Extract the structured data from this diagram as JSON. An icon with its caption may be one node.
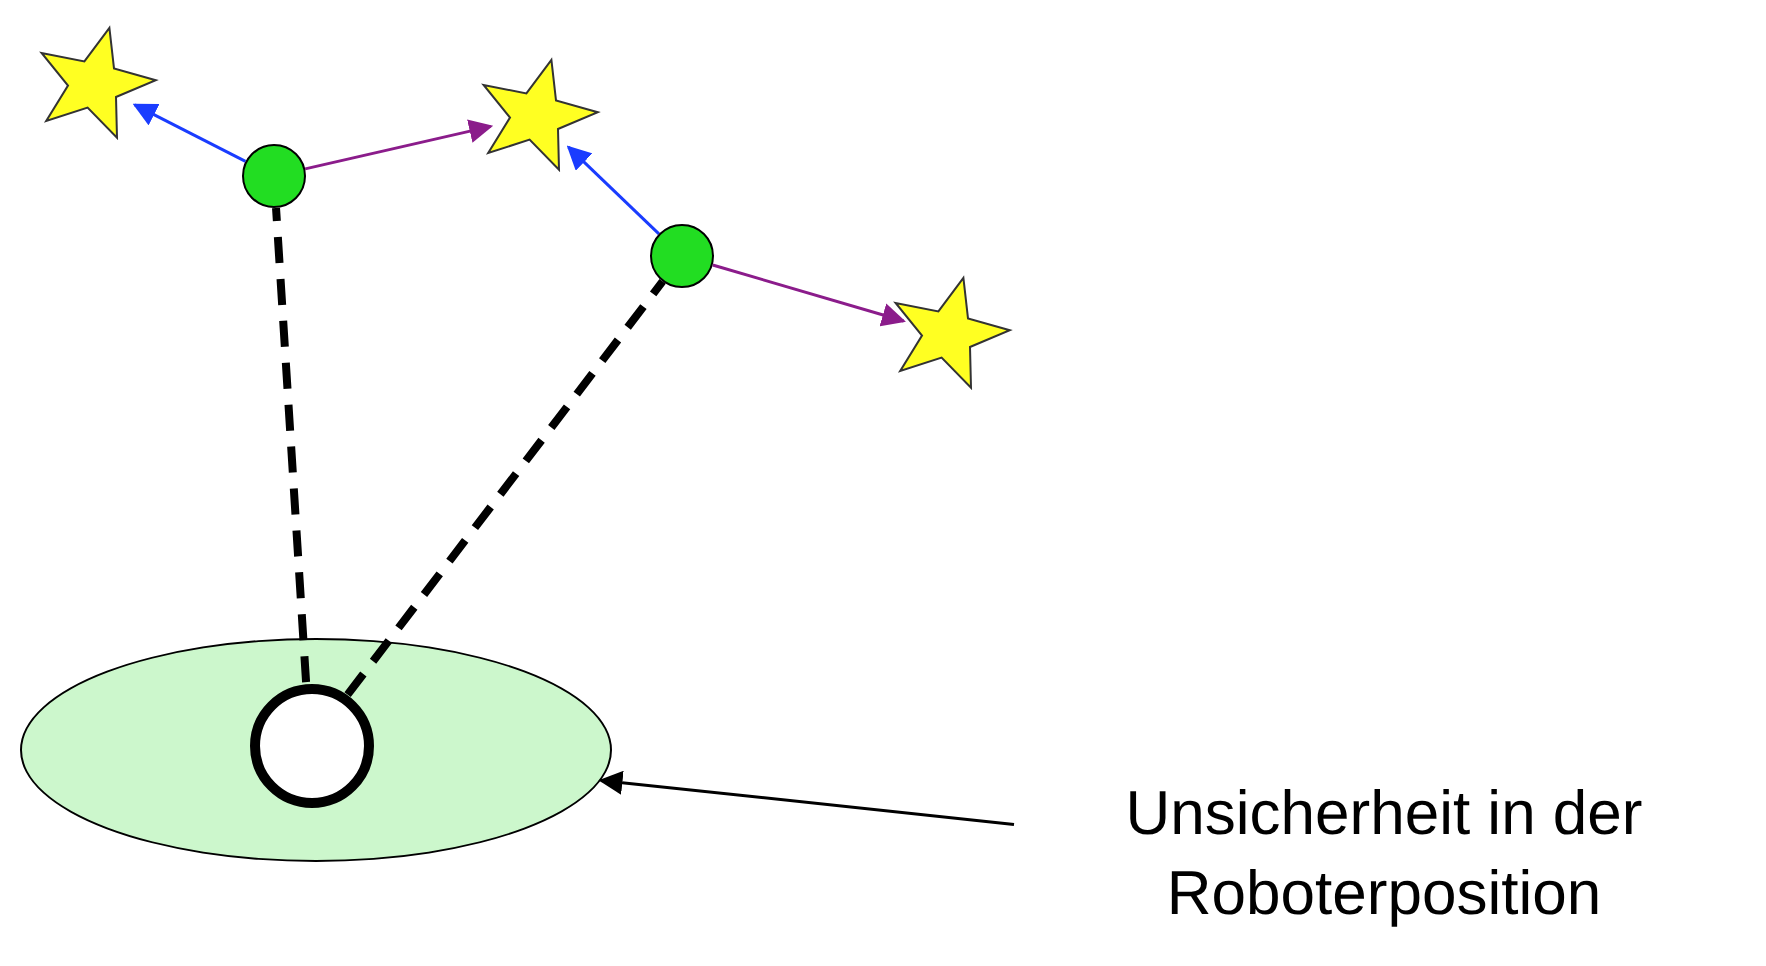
{
  "diagram": {
    "nodes": [
      {
        "text": [],
        "shape": "star"
      },
      {
        "text": [],
        "shape": "circle"
      },
      {
        "text": [],
        "shape": "star"
      },
      {
        "text": [],
        "shape": "circle"
      },
      {
        "text": [],
        "shape": "star"
      },
      {
        "text": [],
        "shape": "ellipse"
      },
      {
        "text": [],
        "shape": "circle",
        "in": 5
      },
      {
        "text": [
          "Unsicherheit in der Roboterposition"
        ]
      }
    ],
    "edges": [
      {
        "from": 1,
        "to": 0,
        "arrow": "to",
        "color": "#1a3cff"
      },
      {
        "from": 1,
        "to": 2,
        "arrow": "to",
        "color": "#8b1c8b"
      },
      {
        "from": 3,
        "to": 2,
        "arrow": "to",
        "color": "#1a3cff"
      },
      {
        "from": 3,
        "to": 4,
        "arrow": "to",
        "color": "#8b1c8b"
      },
      {
        "from": 6,
        "to": 1,
        "arrow": "none",
        "style": "dashed"
      },
      {
        "from": 6,
        "to": 3,
        "arrow": "none",
        "style": "dashed"
      },
      {
        "from": 7,
        "to": 5,
        "arrow": "to"
      }
    ]
  }
}
